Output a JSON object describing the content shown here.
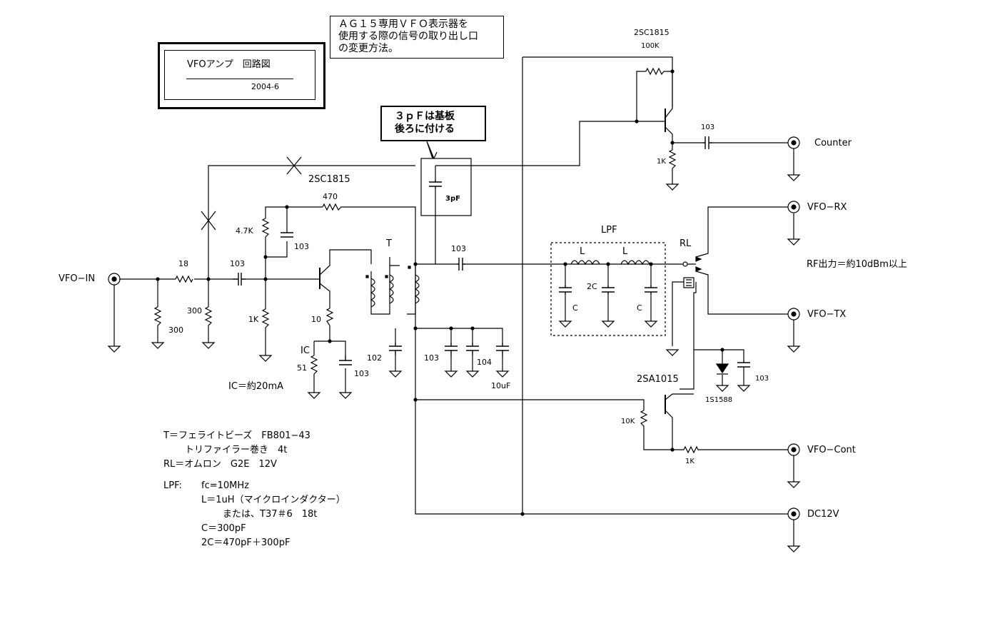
{
  "title_block": {
    "title": "VFOアンプ　回路図",
    "date": "2004-6"
  },
  "note_box": {
    "line1": "ＡＧ１５専用ＶＦＯ表示器を",
    "line2": "使用する際の信号の取り出し口",
    "line3": "の変更方法。"
  },
  "note_3pf": {
    "line1": "３ｐＦは基板",
    "line2": "後ろに付ける"
  },
  "components": {
    "q1": "2SC1815",
    "q2": "2SC1815",
    "q3": "2SA1015",
    "r_18": "18",
    "r_300a": "300",
    "r_300b": "300",
    "r_47k": "4.7K",
    "r_470": "470",
    "r_1k_base": "1K",
    "r_10": "10",
    "r_51": "51",
    "r_100k": "100K",
    "r_1k_emit": "1K",
    "r_10k": "10K",
    "r_1k_cont": "1K",
    "c_103_in": "103",
    "c_103_fb": "103",
    "c_103_ic": "103",
    "c_102": "102",
    "c_103_dec": "103",
    "c_104": "104",
    "c_10uf": "10uF",
    "c_103_out": "103",
    "c_103_cnt": "103",
    "c_103_relay": "103",
    "c_3pf": "3pF",
    "lpf_l1": "L",
    "lpf_l2": "L",
    "lpf_c1": "C",
    "lpf_2c": "2C",
    "lpf_c2": "C",
    "transformer": "T",
    "lpf": "LPF",
    "relay": "RL",
    "diode": "1S1588",
    "ic_label": "IC"
  },
  "ports": {
    "vfo_in": "VFO−IN",
    "counter": "Counter",
    "vfo_rx": "VFO−RX",
    "vfo_tx": "VFO−TX",
    "vfo_cont": "VFO−Cont",
    "dc12v": "DC12V"
  },
  "notes": {
    "ic_current": "IC＝約20mA",
    "rf_out": "RF出力＝約10dBm以上",
    "t_desc": "T＝フェライトビーズ　FB801−43",
    "t_wind": "トリファイラー巻き　4t",
    "rl_desc": "RL＝オムロン　G2E　12V",
    "lpf_head": "LPF:",
    "lpf_fc": "fc=10MHz",
    "lpf_l": "L＝1uH（マイクロインダクター）",
    "lpf_alt": "または、T37＃6　18t",
    "lpf_c": "C＝300pF",
    "lpf_2c": "2C＝470pF＋300pF"
  }
}
